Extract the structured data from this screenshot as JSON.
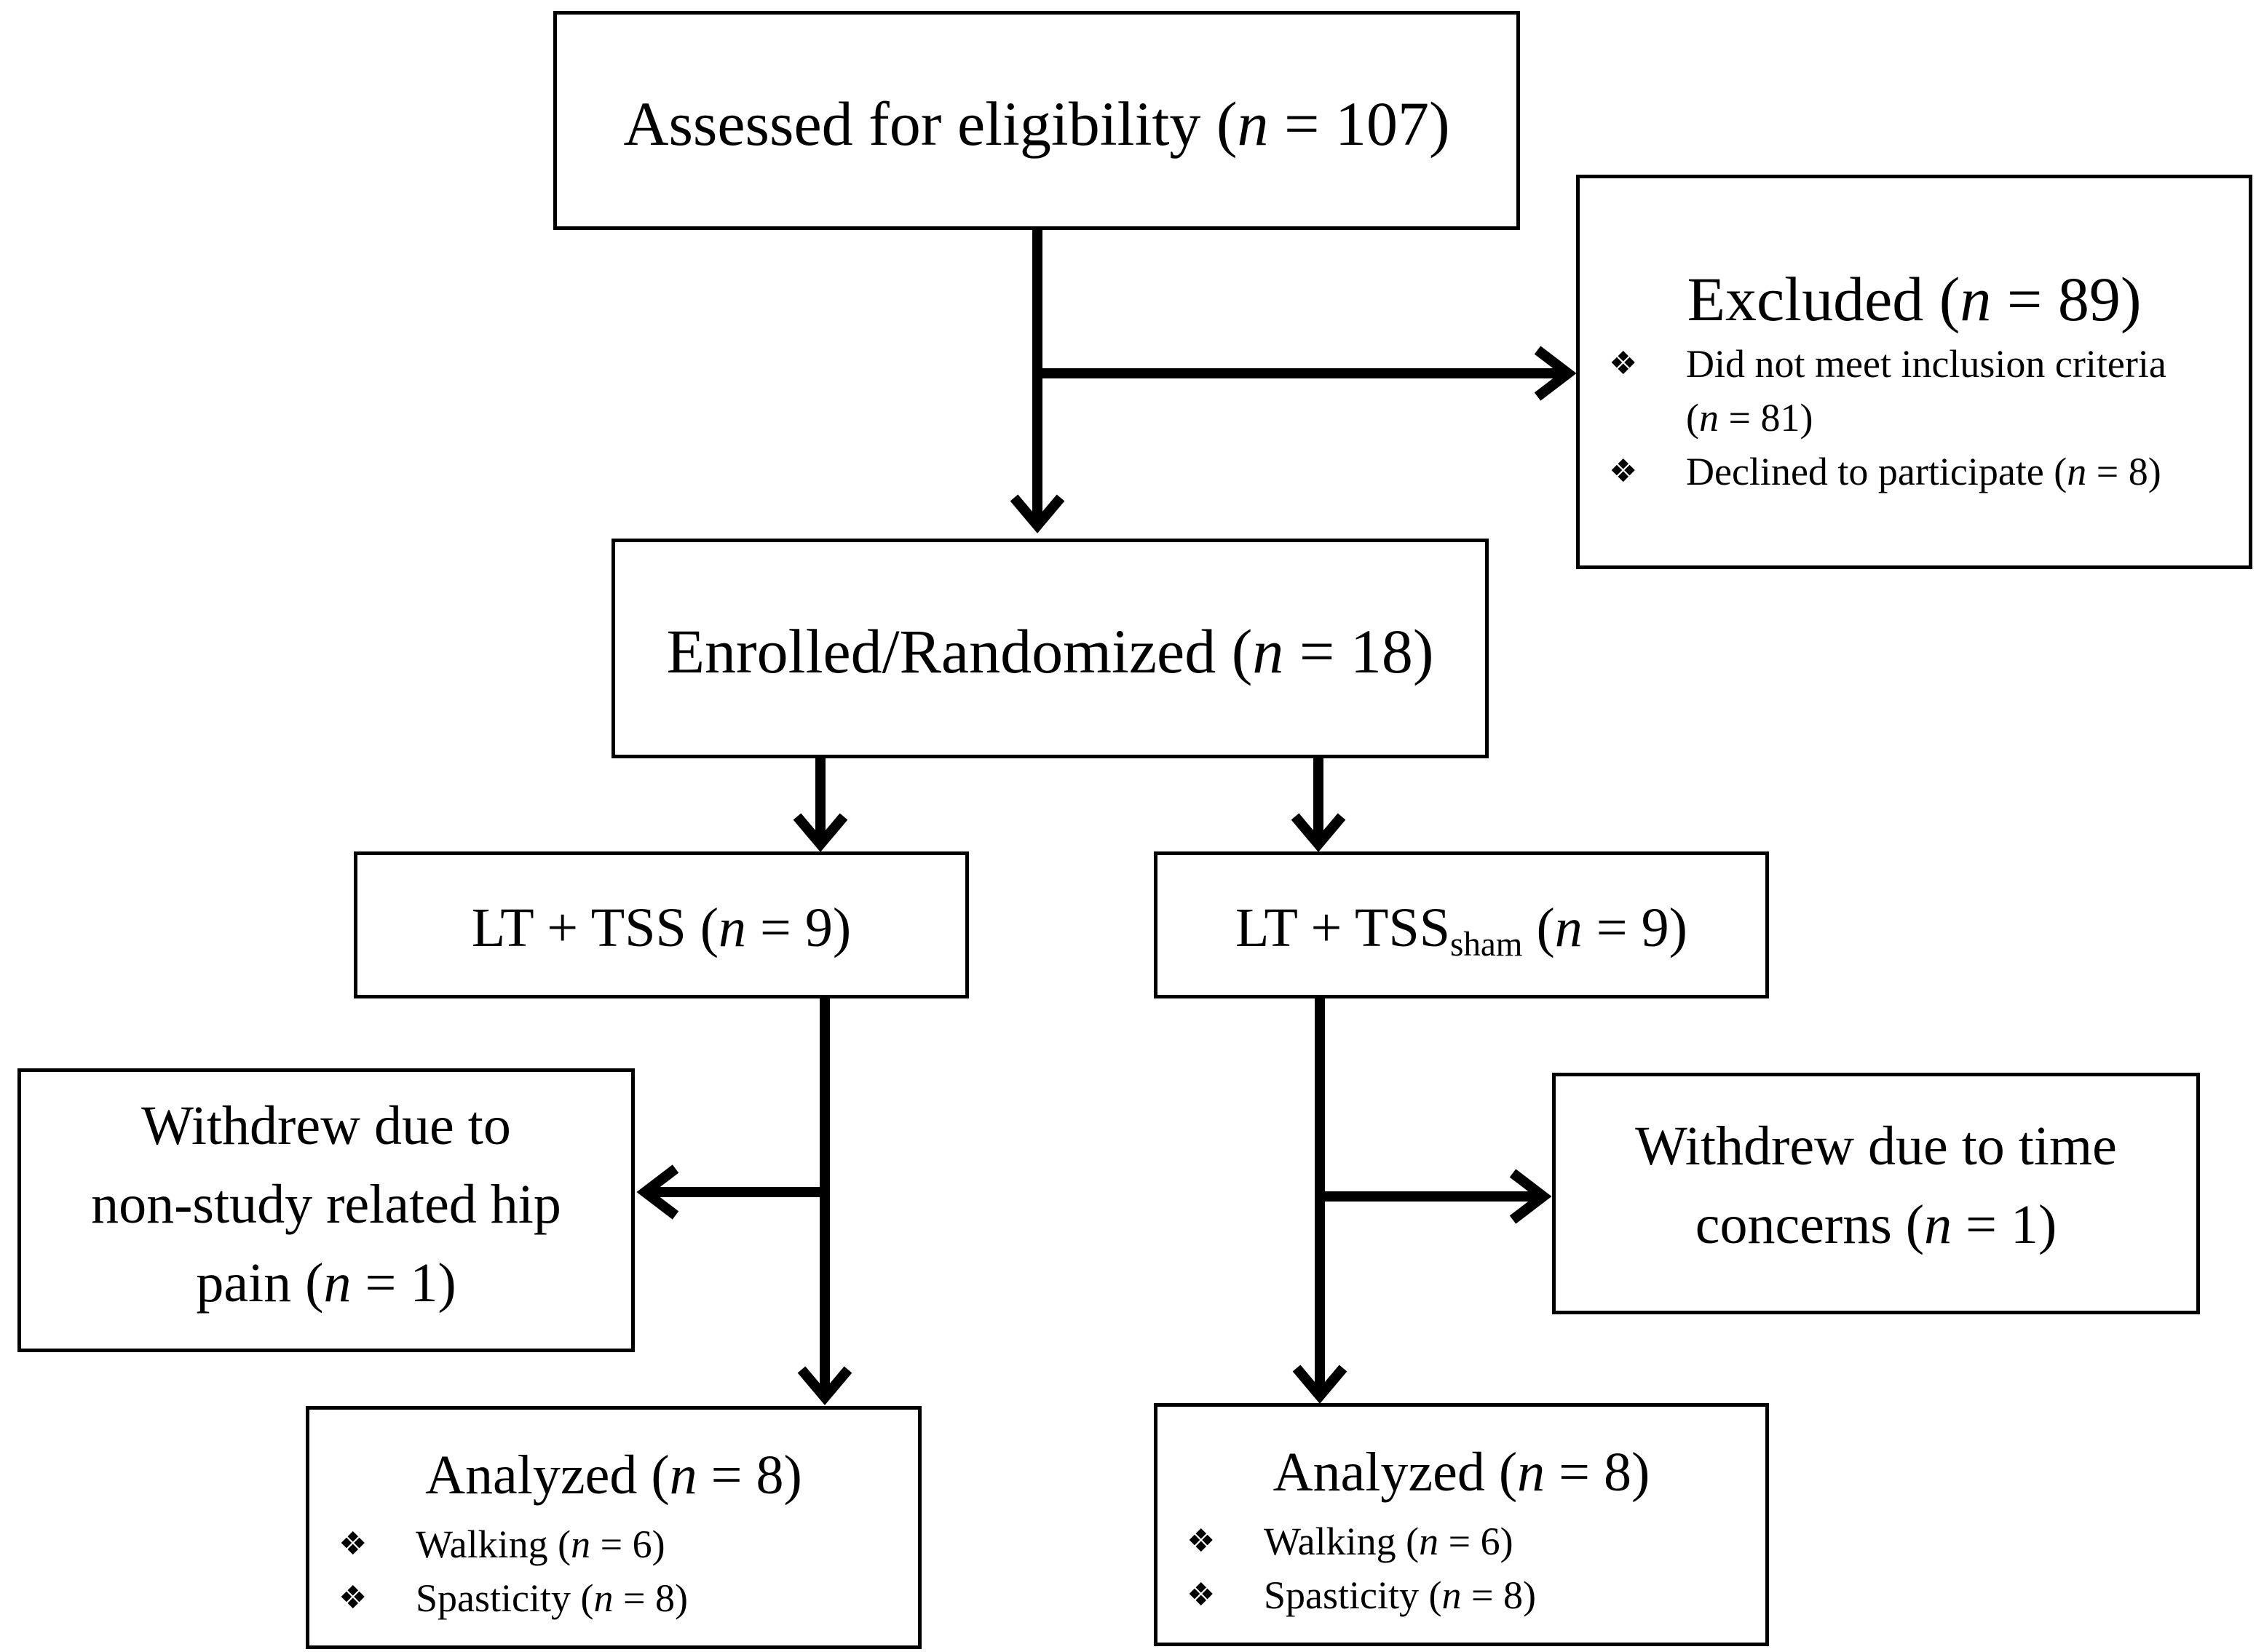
{
  "nodes": {
    "assessed": {
      "label": "Assessed for eligibility (",
      "n_sym": "n",
      "n_val": " = 107)"
    },
    "excluded": {
      "label": "Excluded (",
      "n_sym": "n",
      "n_val": " = 89)",
      "items": [
        {
          "line1": "Did not meet inclusion criteria",
          "line2_open": "(",
          "n_sym": "n",
          "line2_val": " = 81)"
        },
        {
          "label": "Declined to participate (",
          "n_sym": "n",
          "n_val": " = 8)"
        }
      ]
    },
    "enrolled": {
      "label": "Enrolled/Randomized (",
      "n_sym": "n",
      "n_val": " = 18)"
    },
    "arm_tss": {
      "label": "LT + TSS (",
      "n_sym": "n",
      "n_val": " = 9)"
    },
    "arm_sham": {
      "label": "LT + TSS",
      "subscript": "sham",
      "open": " (",
      "n_sym": "n",
      "n_val": " = 9)"
    },
    "withdrew_left": {
      "line1": "Withdrew due to",
      "line2": "non-study related hip",
      "line3": "pain (",
      "n_sym": "n",
      "n_val": " = 1)"
    },
    "withdrew_right": {
      "line1": "Withdrew due to time",
      "line2": "concerns (",
      "n_sym": "n",
      "n_val": " = 1)"
    },
    "analyzed_left": {
      "label": "Analyzed (",
      "n_sym": "n",
      "n_val": " = 8)",
      "items": [
        {
          "label": "Walking (",
          "n_sym": "n",
          "n_val": " = 6)"
        },
        {
          "label": "Spasticity (",
          "n_sym": "n",
          "n_val": " = 8)"
        }
      ]
    },
    "analyzed_right": {
      "label": "Analyzed (",
      "n_sym": "n",
      "n_val": " = 8)",
      "items": [
        {
          "label": "Walking (",
          "n_sym": "n",
          "n_val": " = 6)"
        },
        {
          "label": "Spasticity (",
          "n_sym": "n",
          "n_val": " = 8)"
        }
      ]
    }
  },
  "bullet_glyph": "❖",
  "colors": {
    "stroke": "#000000",
    "background": "#ffffff"
  }
}
